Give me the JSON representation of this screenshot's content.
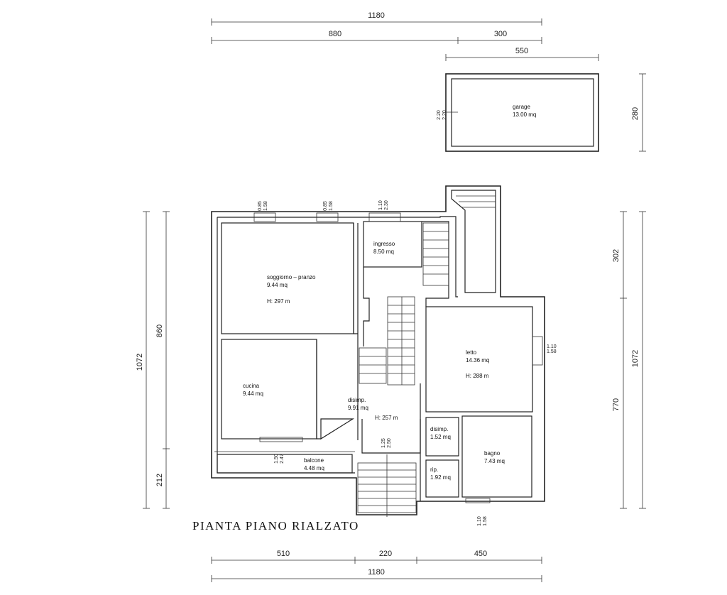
{
  "plan": {
    "title": "PIANTA PIANO RIALZATO",
    "rooms": {
      "garage": {
        "name": "garage",
        "area": "13.00 mq",
        "window_a": "2.20",
        "window_b": "2.20"
      },
      "ingresso": {
        "name": "ingresso",
        "area": "8.50 mq"
      },
      "soggiorno": {
        "name": "soggiorno – pranzo",
        "area": "9.44 mq",
        "height": "H: 297 m"
      },
      "cucina": {
        "name": "cucina",
        "area": "9.44 mq"
      },
      "disimp_main": {
        "name": "disimp.",
        "area": "9.91 mq",
        "height": "H: 257 m"
      },
      "letto": {
        "name": "letto",
        "area": "14.36 mq",
        "height": "H: 288 m"
      },
      "disimp_small": {
        "name": "disimp.",
        "area": "1.52 mq"
      },
      "rip": {
        "name": "rip.",
        "area": "1.92 mq"
      },
      "bagno": {
        "name": "bagno",
        "area": "7.43 mq"
      },
      "balcone": {
        "name": "balcone",
        "area": "4.48 mq"
      }
    },
    "dimensions": {
      "top_total": "1180",
      "top_left": "880",
      "top_right": "300",
      "garage_width": "550",
      "garage_depth": "280",
      "right_upper": "302",
      "right_lower": "770",
      "right_total": "1072",
      "left_total": "1072",
      "left_upper": "860",
      "left_lower": "212",
      "bottom_left": "510",
      "bottom_mid": "220",
      "bottom_right": "450",
      "bottom_total": "1180"
    },
    "openings": {
      "w1_a": "0.85",
      "w1_b": "1.58",
      "w2_a": "0.85",
      "w2_b": "1.58",
      "w3_a": "1.10",
      "w3_b": "2.30",
      "letto_a": "1.10",
      "letto_b": "1.58",
      "bagno_a": "1.10",
      "bagno_b": "1.58",
      "cucina_a": "1.50",
      "cucina_b": "2.47",
      "entry_a": "1.25",
      "entry_b": "2.50"
    }
  }
}
